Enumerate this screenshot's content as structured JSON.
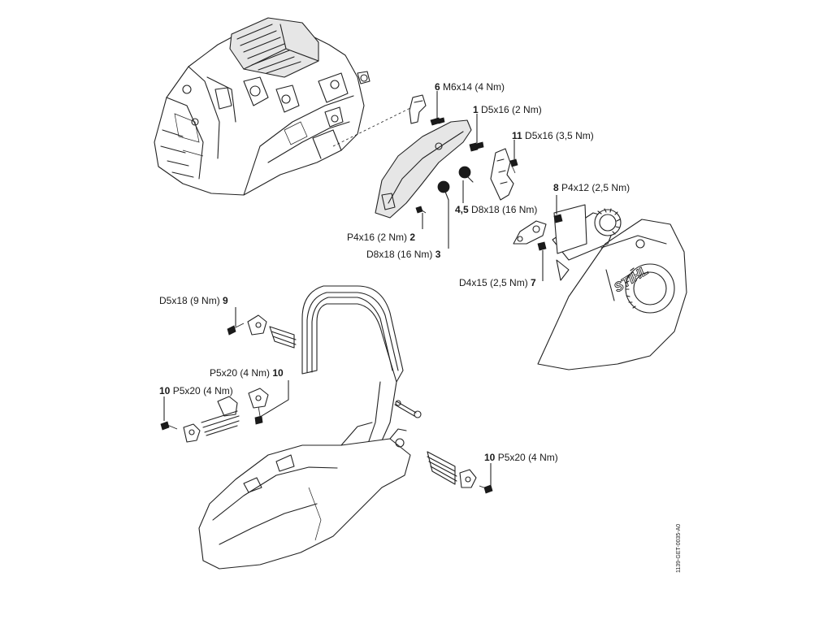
{
  "doc_id": "1139-GET-0035-A0",
  "callouts": [
    {
      "id": "c6",
      "num": "6",
      "spec": "M6x14 (4 Nm)",
      "num_first": true
    },
    {
      "id": "c1",
      "num": "1",
      "spec": "D5x16 (2 Nm)",
      "num_first": true
    },
    {
      "id": "c11",
      "num": "11",
      "spec": "D5x16 (3,5 Nm)",
      "num_first": true
    },
    {
      "id": "c8",
      "num": "8",
      "spec": "P4x12 (2,5 Nm)",
      "num_first": true
    },
    {
      "id": "c45",
      "num": "4,5",
      "spec": "D8x18 (16 Nm)",
      "num_first": true
    },
    {
      "id": "c2",
      "num": "2",
      "spec": "P4x16 (2 Nm)",
      "num_first": false
    },
    {
      "id": "c3",
      "num": "3",
      "spec": "D8x18 (16 Nm)",
      "num_first": false
    },
    {
      "id": "c7",
      "num": "7",
      "spec": "D4x15 (2,5 Nm)",
      "num_first": false
    },
    {
      "id": "c9",
      "num": "9",
      "spec": "D5x18 (9 Nm)",
      "num_first": false
    },
    {
      "id": "c10a",
      "num": "10",
      "spec": "P5x20 (4 Nm)",
      "num_first": false
    },
    {
      "id": "c10b",
      "num": "10",
      "spec": "P5x20 (4 Nm)",
      "num_first": true
    },
    {
      "id": "c10c",
      "num": "10",
      "spec": "P5x20 (4 Nm)",
      "num_first": true
    }
  ],
  "brand_mark": "STIHL",
  "icons": [
    "engine-housing",
    "chain-sprocket-cover",
    "front-handle",
    "handle-housing",
    "annular-buffer",
    "screw"
  ]
}
